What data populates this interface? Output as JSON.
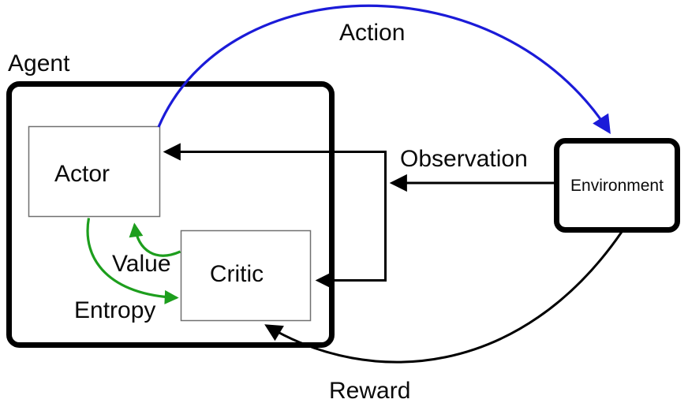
{
  "canvas": {
    "background": "#ffffff"
  },
  "nodes": {
    "agent": {
      "label": "Agent"
    },
    "actor": {
      "label": "Actor"
    },
    "critic": {
      "label": "Critic"
    },
    "environment": {
      "label": "Environment"
    }
  },
  "edges": {
    "action": {
      "label": "Action",
      "from": "actor",
      "to": "environment",
      "color": "#1b1bd8"
    },
    "observation": {
      "label": "Observation",
      "from": "environment",
      "to": "actor and critic",
      "color": "#000000"
    },
    "reward": {
      "label": "Reward",
      "from": "environment",
      "to": "critic",
      "color": "#000000"
    },
    "value": {
      "label": "Value",
      "from": "critic",
      "to": "actor",
      "color": "#1d9e1d"
    },
    "entropy": {
      "label": "Entropy",
      "from": "actor",
      "to": "critic",
      "color": "#1d9e1d"
    }
  }
}
